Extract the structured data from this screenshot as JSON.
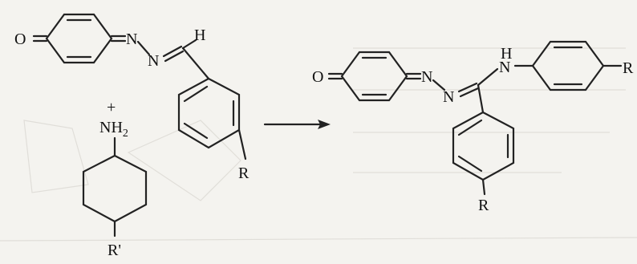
{
  "reactant_azo": {
    "o_label": "O",
    "n1_label": "N",
    "n2_label": "N",
    "h_label": "H",
    "r_label": "R"
  },
  "reactant_amine": {
    "nh2_label": "NH",
    "nh2_sub": "2",
    "plus_label": "+",
    "r_prime_label": "R'"
  },
  "product": {
    "o_label": "O",
    "n1_label": "N",
    "n2_label": "N",
    "nh_label": "N",
    "h_label": "H",
    "r_top_label": "R",
    "r_bottom_label": "R"
  },
  "colors": {
    "ink": "#222222",
    "paper": "#f4f3ef",
    "bleed_through": "#c9c7c0"
  }
}
